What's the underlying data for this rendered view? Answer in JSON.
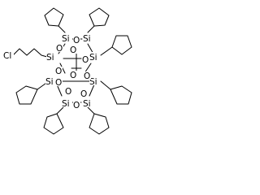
{
  "molecule": {
    "colors": {
      "ink": "#000000",
      "background": "#ffffff"
    },
    "labels": {
      "cl": "Cl",
      "si": "Si",
      "o": "O"
    },
    "substituents": {
      "cyclopentyl_count": 7,
      "chloropropyl_count": 1
    }
  }
}
